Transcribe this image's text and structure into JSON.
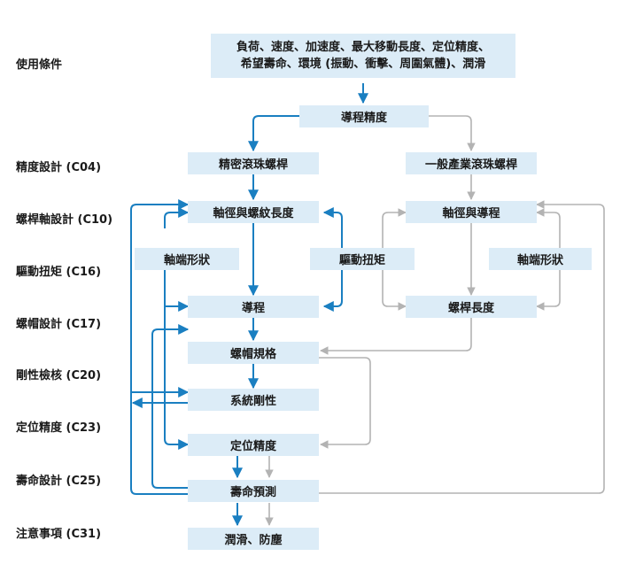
{
  "sidebar": {
    "conditions": "使用條件",
    "accuracy": "精度設計 (C04)",
    "shaft": "螺桿軸設計 (C10)",
    "torque": "驅動扭矩 (C16)",
    "nut": "螺帽設計 (C17)",
    "rigidity": "剛性檢核 (C20)",
    "positioning": "定位精度 (C23)",
    "life": "壽命設計 (C25)",
    "notes": "注意事項 (C31)"
  },
  "boxes": {
    "conditions_line1": "負荷、速度、加速度、最大移動長度、定位精度、",
    "conditions_line2": "希望壽命、環境 (振動、衝擊、周圍氣體)、潤滑",
    "lead_accuracy": "導程精度",
    "precision_screw": "精密滾珠螺桿",
    "general_screw": "一般產業滾珠螺桿",
    "dia_thread": "軸徑與螺紋長度",
    "dia_lead": "軸徑與導程",
    "end_shape_left": "軸端形狀",
    "drive_torque": "驅動扭矩",
    "end_shape_right": "軸端形狀",
    "lead": "導程",
    "screw_length": "螺桿長度",
    "nut_spec": "螺帽規格",
    "system_rigidity": "系統剛性",
    "positioning_accuracy": "定位精度",
    "life_prediction": "壽命預測",
    "lubrication": "潤滑、防塵"
  },
  "colors": {
    "box_fill": "#dcecf7",
    "blue_arrow": "#1a7fc1",
    "gray_arrow": "#b3b3b3"
  }
}
